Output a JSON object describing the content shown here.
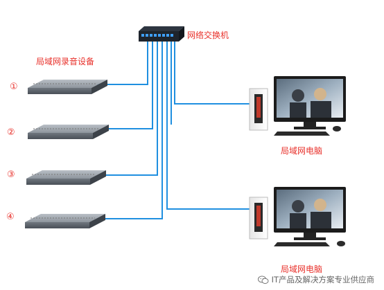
{
  "labels": {
    "switch": "网络交换机",
    "recorders": "局域网录音设备",
    "pc_top": "局域网电脑",
    "pc_bottom": "局域网电脑"
  },
  "recorders": [
    {
      "number": "①"
    },
    {
      "number": "②"
    },
    {
      "number": "③"
    },
    {
      "number": "④"
    }
  ],
  "watermark": {
    "icon": "wechat-icon",
    "text": "IT产品及解决方案专业供应商"
  },
  "colors": {
    "cable": "#1f8fe0",
    "label_red": "#e8302a"
  }
}
